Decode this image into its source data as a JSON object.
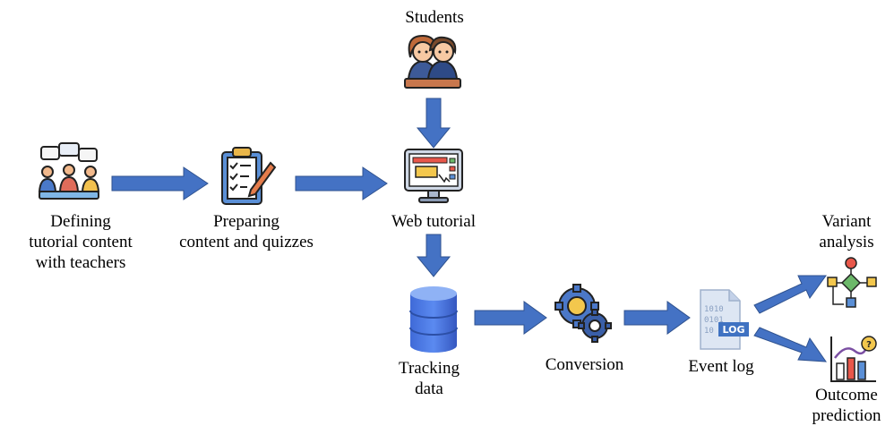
{
  "nodes": {
    "students": {
      "label": "Students",
      "icon": "students-icon"
    },
    "define": {
      "label_lines": [
        "Defining",
        "tutorial content",
        "with teachers"
      ],
      "icon": "meeting-icon"
    },
    "prepare": {
      "label_lines": [
        "Preparing",
        "content and quizzes"
      ],
      "icon": "clipboard-icon"
    },
    "web": {
      "label": "Web tutorial",
      "icon": "monitor-icon"
    },
    "tracking": {
      "label_lines": [
        "Tracking",
        "data"
      ],
      "icon": "database-icon"
    },
    "conversion": {
      "label": "Conversion",
      "icon": "gears-icon"
    },
    "eventlog": {
      "label": "Event log",
      "icon": "log-file-icon",
      "badge": "LOG",
      "bits": [
        "1010",
        "0101",
        "10"
      ]
    },
    "variant": {
      "label_lines": [
        "Variant",
        "analysis"
      ],
      "icon": "flowchart-icon"
    },
    "outcome": {
      "label_lines": [
        "Outcome",
        "prediction"
      ],
      "icon": "prediction-chart-icon"
    }
  },
  "colors": {
    "arrow": "#4472c4",
    "arrow_stroke": "#2f528f"
  }
}
